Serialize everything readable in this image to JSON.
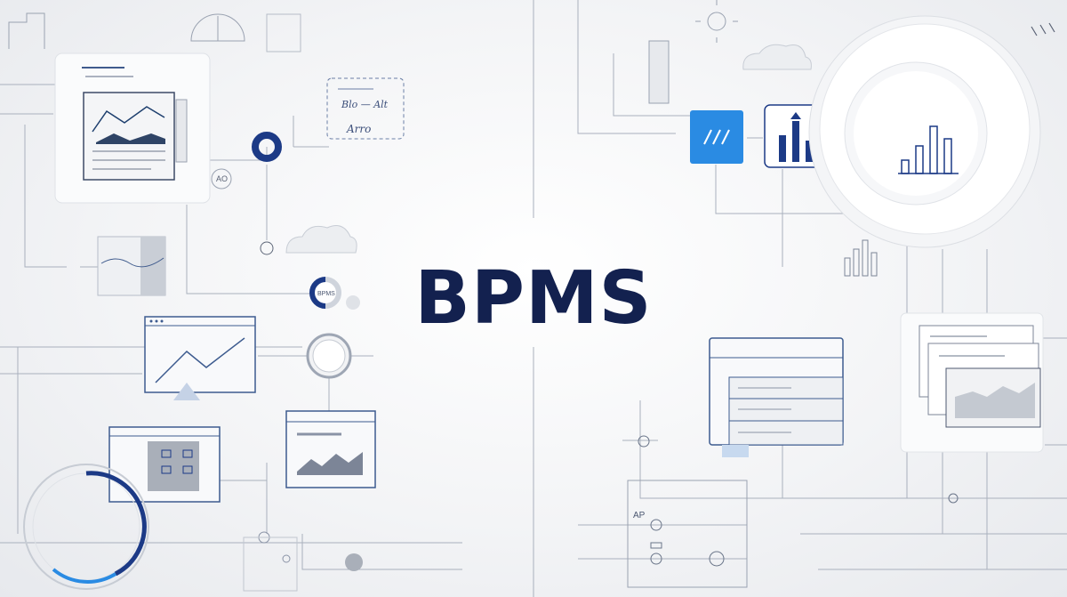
{
  "title": "BPMS",
  "labels": {
    "doc_tag": "AO",
    "sketch_line_1": "Blo — Alt",
    "sketch_line_2": "Arro",
    "donut_tag": "BPMS",
    "flow_tag": "AP"
  },
  "icons": [
    "document-chart-icon",
    "ring-node-icon",
    "half-donut-icon",
    "flow-panel-icon",
    "chart-window-icon",
    "circle-node-icon",
    "progress-ring-icon",
    "analytics-tile-icon",
    "bar-chart-tile-icon",
    "disc-bar-chart-icon",
    "cloud-icon",
    "stacked-window-icon",
    "area-chart-card-icon"
  ],
  "colors": {
    "navy": "#13214f",
    "accent_blue": "#2a8be3",
    "line_gray": "#9aa2b1"
  }
}
